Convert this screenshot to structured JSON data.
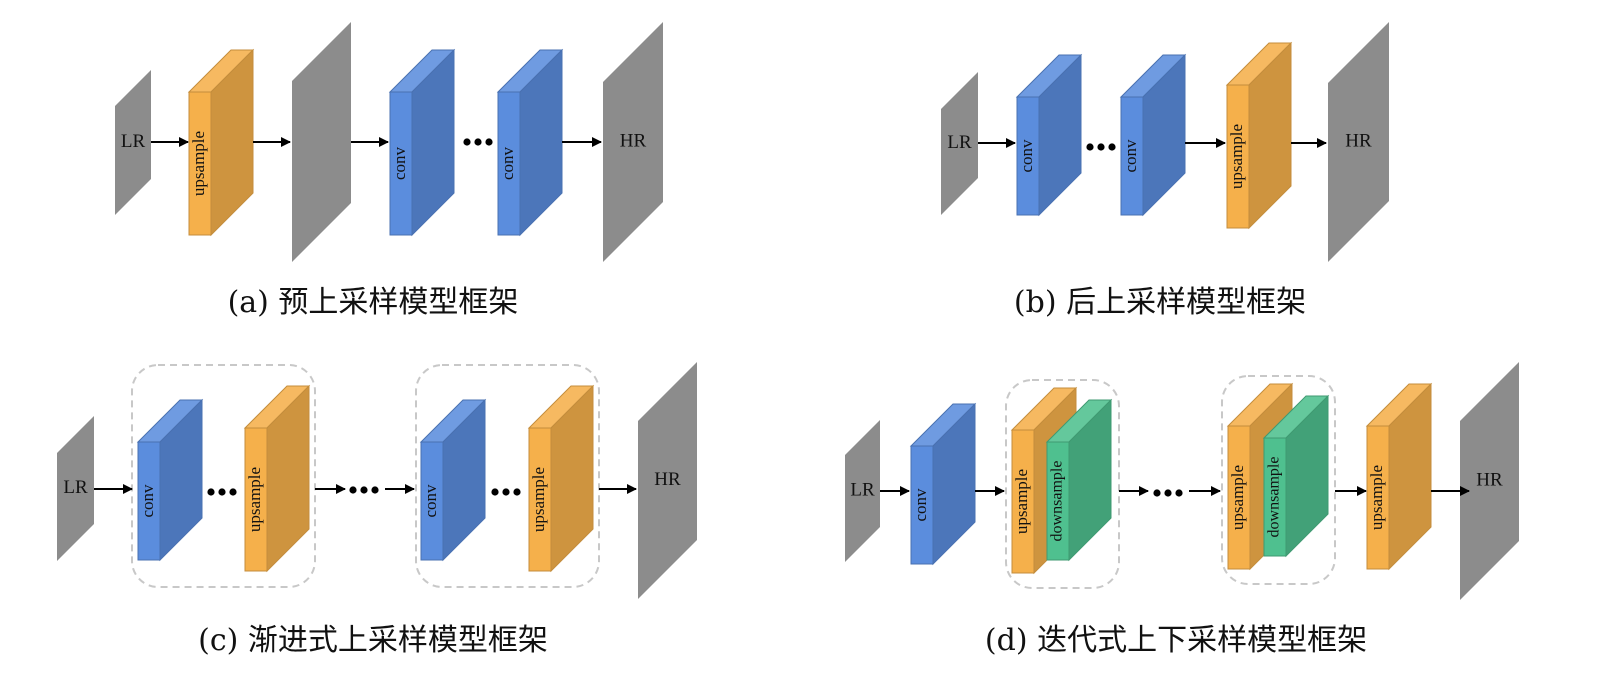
{
  "captions": {
    "a": "(a) 预上采样模型框架",
    "b": "(b) 后上采样模型框架",
    "c": "(c) 渐进式上采样模型框架",
    "d": "(d) 迭代式上下采样模型框架"
  },
  "labels": {
    "lr": "LR",
    "hr": "HR",
    "conv": "conv",
    "upsample": "upsample",
    "downsample": "downsample",
    "dots": "•••"
  },
  "colors": {
    "lr_hr_plane": "#8c8c8c",
    "conv": "#5b8ddd",
    "upsample": "#f5b04b",
    "downsample": "#4fc08f",
    "arrow": "#000000",
    "group_border": "#c8c8c8"
  },
  "diagrams": [
    {
      "id": "a",
      "sequence": [
        "LR",
        "upsample",
        "plane",
        "conv",
        "•••",
        "conv",
        "HR"
      ]
    },
    {
      "id": "b",
      "sequence": [
        "LR",
        "conv",
        "•••",
        "conv",
        "upsample",
        "HR"
      ]
    },
    {
      "id": "c",
      "sequence": [
        "LR",
        "[conv •••  upsample]",
        "•••",
        "[conv ••• upsample]",
        "HR"
      ]
    },
    {
      "id": "d",
      "sequence": [
        "LR",
        "conv",
        "[upsample downsample]",
        "•••",
        "[upsample downsample]",
        "upsample",
        "HR"
      ]
    }
  ]
}
